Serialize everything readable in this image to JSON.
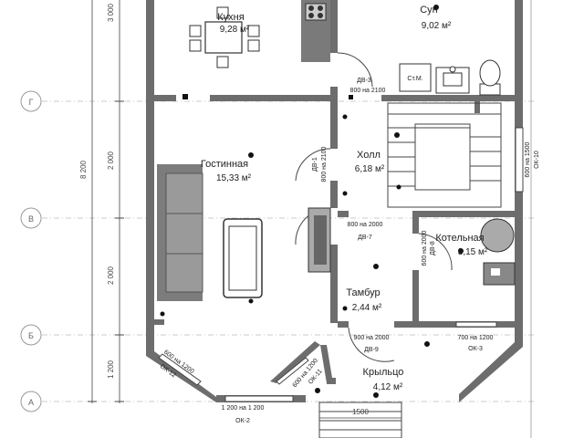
{
  "rooms": [
    {
      "name": "Кухня",
      "area": "9,28 м²"
    },
    {
      "name": "Сун",
      "area": "9,02 м²"
    },
    {
      "name": "Холл",
      "area": "6,18 м²"
    },
    {
      "name": "Гостинная",
      "area": "15,33 м²"
    },
    {
      "name": "Котельная",
      "area": "3,15 м²"
    },
    {
      "name": "Тамбур",
      "area": "2,44 м²"
    },
    {
      "name": "Крыльцо",
      "area": "4,12 м²"
    }
  ],
  "doors": [
    {
      "code": "ДВ-3",
      "size": "800 на 2100"
    },
    {
      "code": "ДВ-1",
      "size": "800 на 2100"
    },
    {
      "code": "ДВ-7",
      "size": "800 на 2000"
    },
    {
      "code": "ДВ-8",
      "size": "600 на 2000"
    },
    {
      "code": "ДВ-9",
      "size": "900 на 2000"
    }
  ],
  "windows": [
    {
      "code": "ОК-10",
      "size": "600 на 1500"
    },
    {
      "code": "ОК-3",
      "size": "700 на 1200"
    },
    {
      "code": "ОК-2",
      "size": "1 200 на 1 200"
    },
    {
      "code": "ОК-12",
      "size": "600 на 1200"
    },
    {
      "code": "ОК-11",
      "size": "600 на 1200"
    }
  ],
  "fixtures": {
    "washer": "Ст.М."
  },
  "axes": [
    "Г",
    "В",
    "Б",
    "А"
  ],
  "dimensions": {
    "total": "8 200",
    "segments": [
      "3 000",
      "2 000",
      "2 000",
      "1 200"
    ],
    "stair_width": "1500"
  }
}
